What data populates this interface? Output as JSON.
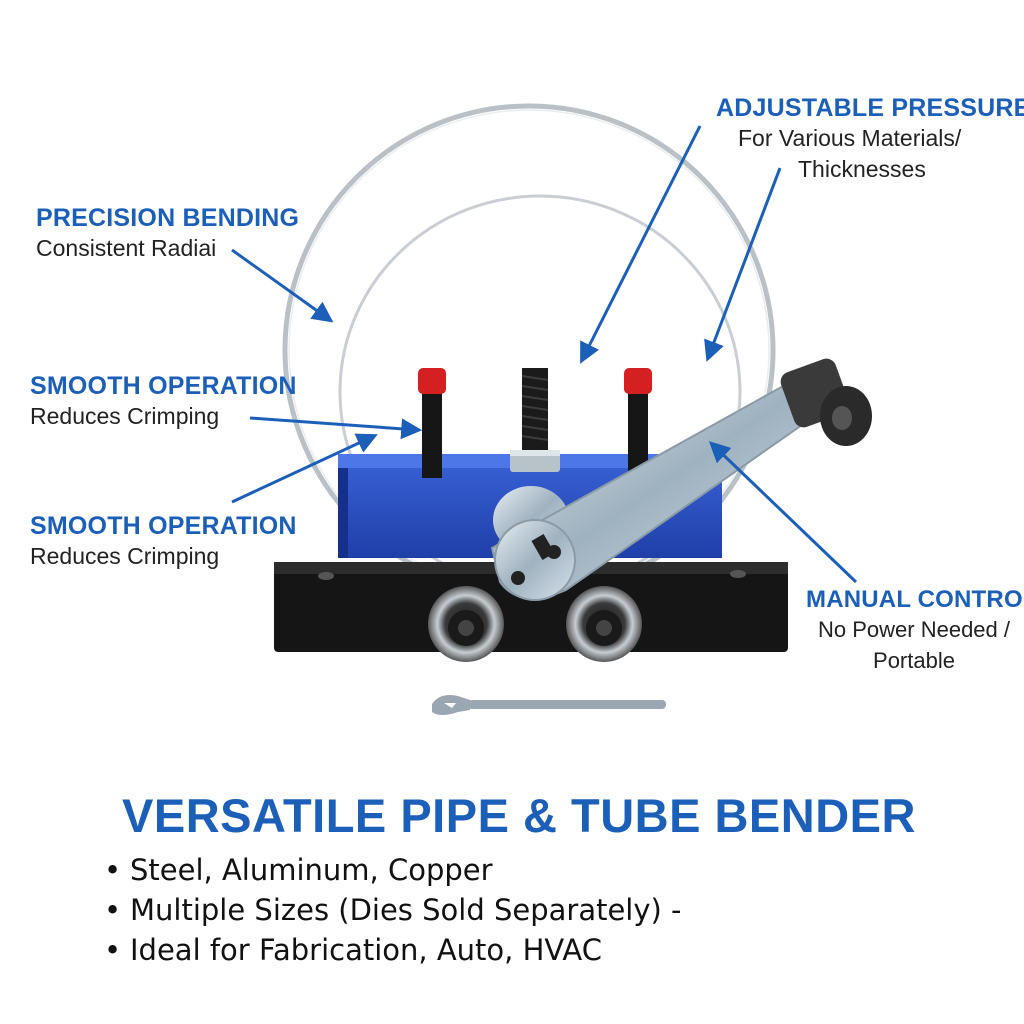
{
  "callouts": {
    "precision": {
      "title": "PRECISION BENDING",
      "sub": "Consistent Radiai"
    },
    "smooth_1": {
      "title": "SMOOTH OPERATION",
      "sub": "Reduces Crimping"
    },
    "smooth_2": {
      "title": "SMOOTH OPERATION",
      "sub": "Reduces Crimping"
    },
    "adjustable": {
      "title": "ADJUSTABLE PRESSURE",
      "sub_line1": "For Various Materials/",
      "sub_line2": "Thicknesses"
    },
    "manual": {
      "title": "MANUAL CONTROL",
      "sub_line1": "No Power Needed /",
      "sub_line2": "Portable"
    }
  },
  "headline": "VERSATILE PIPE & TUBE BENDER",
  "bullets": [
    "Steel, Aluminum, Copper",
    "Multiple Sizes (Dies Sold Separately) -",
    "Ideal for Fabrication, Auto, HVAC"
  ],
  "bullet_symbol": "•",
  "colors": {
    "accent_blue": "#1c5fb8",
    "machine_blue": "#2a4fc4",
    "base_black": "#141414",
    "cap_red": "#d42020"
  }
}
